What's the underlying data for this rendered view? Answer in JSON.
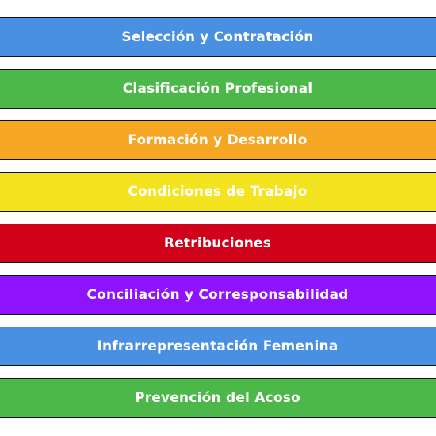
{
  "bands": [
    {
      "label": "Selección y Contratación",
      "color": "#4a90e2"
    },
    {
      "label": "Clasificación Profesional",
      "color": "#4cb84a"
    },
    {
      "label": "Formación y Desarrollo",
      "color": "#f5a623"
    },
    {
      "label": "Condiciones de Trabajo",
      "color": "#f4e31f"
    },
    {
      "label": "Retribuciones",
      "color": "#d0021b"
    },
    {
      "label": "Conciliación y Corresponsabilidad",
      "color": "#9013fe"
    },
    {
      "label": "Infrarrepresentación Femenina",
      "color": "#4a90e2"
    },
    {
      "label": "Prevención del Acoso",
      "color": "#4cb84a"
    }
  ]
}
